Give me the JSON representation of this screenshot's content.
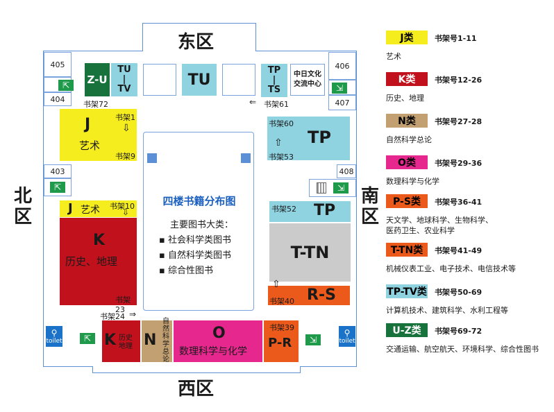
{
  "zones": {
    "east": "东区",
    "west": "西区",
    "north": "北区",
    "south": "南区"
  },
  "rooms": {
    "r405": "405",
    "r404": "404",
    "r403": "403",
    "r406": "406",
    "r407": "407",
    "r408": "408",
    "culture_center": "中日文化交流中心"
  },
  "center": {
    "title": "四楼书籍分布图",
    "subtitle": "主要图书大类：",
    "items": [
      "社会科学类图书",
      "自然科学类图书",
      "综合性图书"
    ]
  },
  "blocks": {
    "zu": {
      "code": "Z-U"
    },
    "tutv": {
      "code": "TU\n|\nTV"
    },
    "tu": {
      "code": "TU"
    },
    "tpts": {
      "code": "TP\n|\nTS"
    },
    "j_top": {
      "code": "J",
      "name": "艺术",
      "shelf_start": "书架1",
      "shelf_end": "书架9"
    },
    "j_small": {
      "code": "J",
      "name": "艺术",
      "shelf": "书架10"
    },
    "k_big": {
      "code": "K",
      "name": "历史、地理",
      "shelf": "书架23"
    },
    "k_small": {
      "code": "K",
      "name": "历史\n地理"
    },
    "n": {
      "code": "N",
      "name": "自然科学总论"
    },
    "o": {
      "code": "O",
      "name": "数理科学与化学"
    },
    "pr": {
      "code": "P-R",
      "shelf": "书架39"
    },
    "tp_top": {
      "code": "TP",
      "shelf_start": "书架60",
      "shelf_end": "书架53"
    },
    "tp_mid": {
      "code": "TP",
      "shelf": "书架52"
    },
    "ttn": {
      "code": "T-TN"
    },
    "rs": {
      "code": "R-S",
      "shelf": "书架40"
    }
  },
  "labels": {
    "shelf72": "书架72",
    "shelf61": "书架61",
    "shelf24": "书架24"
  },
  "icons": {
    "exit": "emergency-exit-icon",
    "toilet": "toilet-icon",
    "arrow": "arrow-icon"
  },
  "toilet_label": "toilet",
  "legend": [
    {
      "code": "J类",
      "shelves": "书架号1-11",
      "desc": "艺术",
      "color": "#f6ed1f",
      "text": "#000000"
    },
    {
      "code": "K类",
      "shelves": "书架号12-26",
      "desc": "历史、地理",
      "color": "#c1111d",
      "text": "#ffffff"
    },
    {
      "code": "N类",
      "shelves": "书架号27-28",
      "desc": "自然科学总论",
      "color": "#c2a071",
      "text": "#000000"
    },
    {
      "code": "O类",
      "shelves": "书架号29-36",
      "desc": "数理科学与化学",
      "color": "#e5278e",
      "text": "#000000"
    },
    {
      "code": "P-S类",
      "shelves": "书架号36-41",
      "desc": "天文学、地球科学、生物科学、\n医药卫生、农业科学",
      "color": "#ec5a1b",
      "text": "#000000"
    },
    {
      "code": "T-TN类",
      "shelves": "书架号41-49",
      "desc": "机械仪表工业、电子技术、电信技术等",
      "color": "#ec5a1b",
      "text": "#000000"
    },
    {
      "code": "TP-TV类",
      "shelves": "书架号50-69",
      "desc": "计算机技术、建筑科学、水利工程等",
      "color": "#8fd2e0",
      "text": "#000000"
    },
    {
      "code": "U-Z类",
      "shelves": "书架号69-72",
      "desc": "交通运输、航空航天、环境科学、综合性图书",
      "color": "#17723b",
      "text": "#ffffff"
    }
  ],
  "colors": {
    "wall": "#5b8fd6",
    "j": "#f6ed1f",
    "k": "#c1111d",
    "n": "#c2a071",
    "o": "#e5278e",
    "ps": "#ec5a1b",
    "tp": "#8fd2e0",
    "ttn": "#cbcbcb",
    "uz": "#17723b",
    "exit": "#1f9a4b",
    "toilet": "#1a73c8"
  }
}
